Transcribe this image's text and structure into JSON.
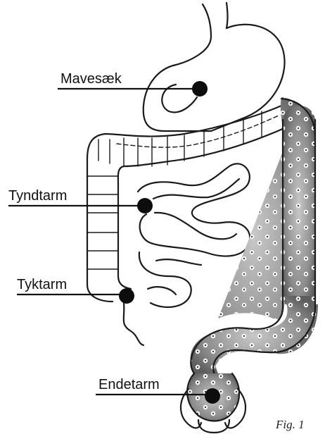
{
  "figure": {
    "caption": "Fig. 1",
    "labels": {
      "mavesaek": "Mavesæk",
      "tyndtarm": "Tyndtarm",
      "tyktarm": "Tyktarm",
      "endetarm": "Endetarm"
    }
  },
  "colors": {
    "outline": "#1a1a1a",
    "diseased_fill": "#8c8c8c",
    "spots": "#ffffff",
    "marker": "#0d0d0d"
  }
}
